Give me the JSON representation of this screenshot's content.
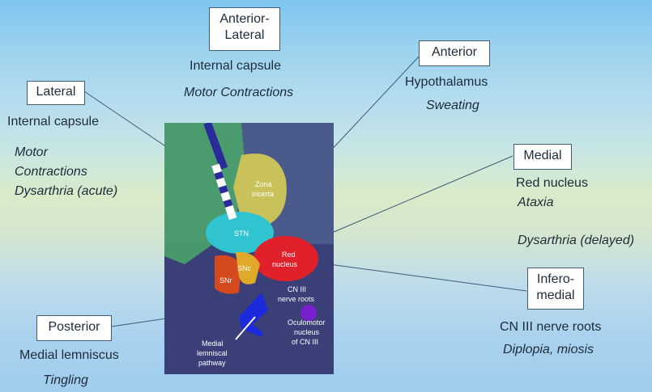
{
  "regions": {
    "anterior_lateral": {
      "box_line1": "Anterior-",
      "box_line2": "Lateral",
      "structure": "Internal capsule",
      "effect": "Motor Contractions"
    },
    "anterior": {
      "box": "Anterior",
      "structure": "Hypothalamus",
      "effect": "Sweating"
    },
    "lateral": {
      "box": "Lateral",
      "structure": "Internal capsule",
      "effect_line1": "Motor",
      "effect_line2": "Contractions",
      "effect_line3": "Dysarthria (acute)"
    },
    "medial": {
      "box": "Medial",
      "structure": "Red nucleus",
      "effect": "Ataxia",
      "delayed": "Dysarthria (delayed)"
    },
    "inferomedial": {
      "box_line1": "Infero-",
      "box_line2": "medial",
      "structure": "CN III nerve roots",
      "effect": "Diplopia, miosis"
    },
    "posterior": {
      "box": "Posterior",
      "structure": "Medial lemniscus",
      "effect": "Tingling"
    }
  },
  "image_labels": {
    "zona_line1": "Zona",
    "zona_line2": "incerta",
    "stn": "STN",
    "red_line1": "Red",
    "red_line2": "nucleus",
    "snc": "SNc",
    "snr": "SNr",
    "cn3_line1": "CN III",
    "cn3_line2": "nerve roots",
    "ocu_line1": "Oculomotor",
    "ocu_line2": "nucleus",
    "ocu_line3": "of CN III",
    "ml_line1": "Medial",
    "ml_line2": "lemniscal",
    "ml_line3": "pathway"
  },
  "colors": {
    "box_border": "#3f5c78",
    "stn": "#2fc4d0",
    "red_nucleus": "#e0202a",
    "zona_incerta": "#c9c25a",
    "internal_capsule": "#4aa86a",
    "medial_lemniscus": "#1a2adc",
    "oculomotor": "#7a1fd0"
  }
}
